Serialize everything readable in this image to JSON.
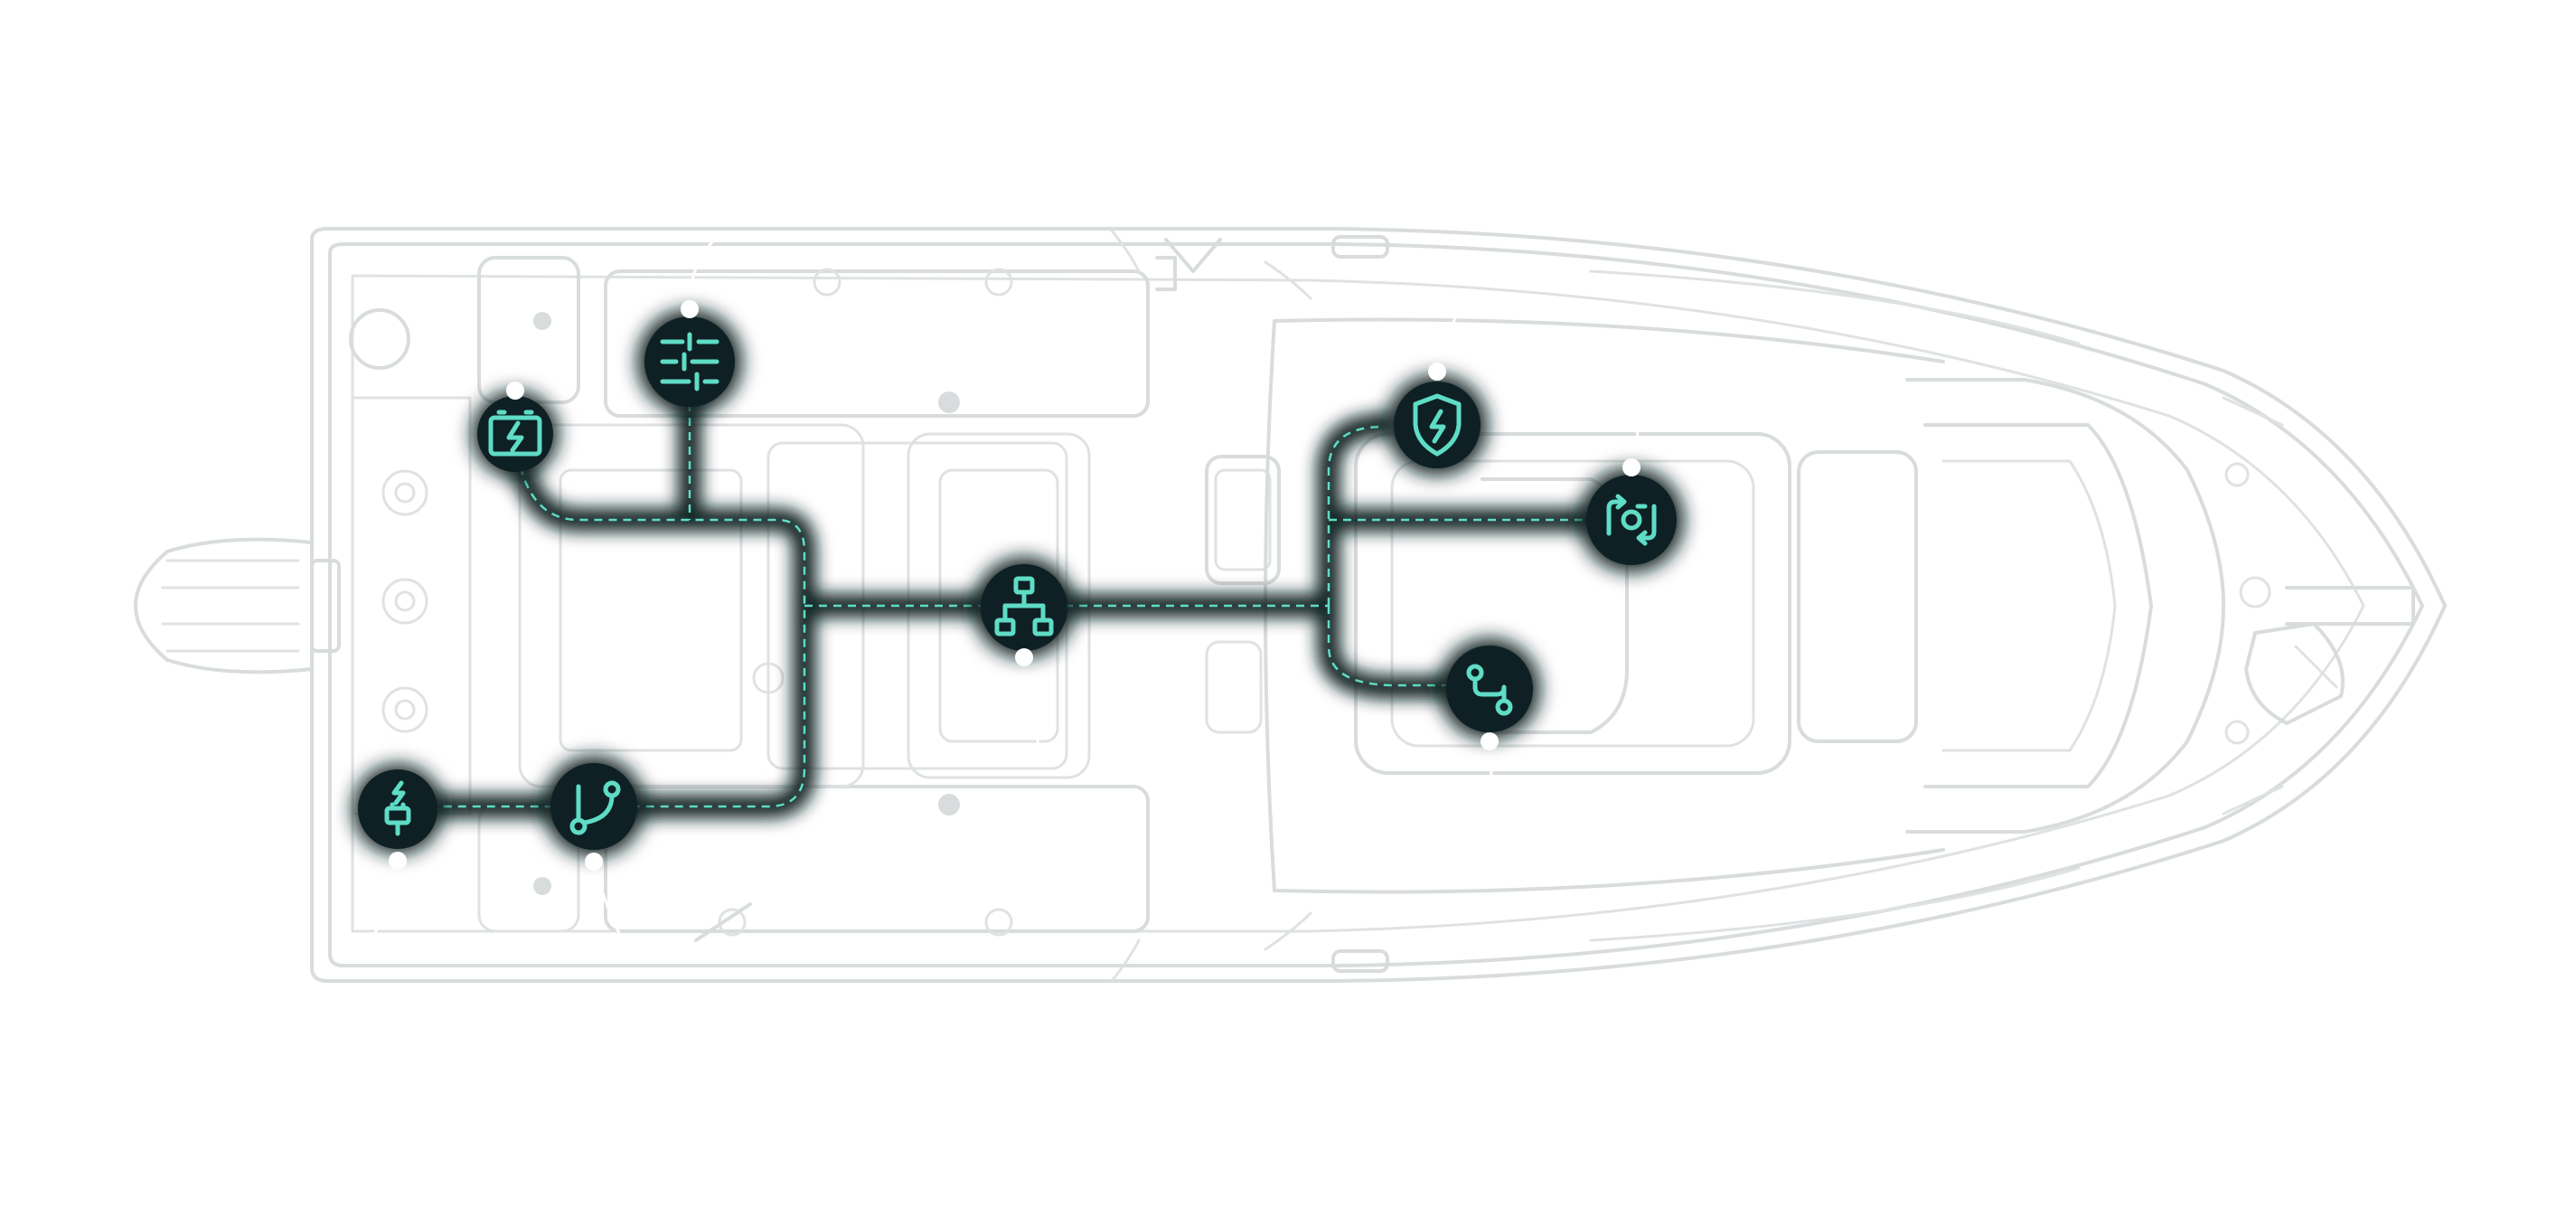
{
  "diagram": {
    "hull": {
      "outline_color": "#d9dcdd",
      "background": "#ffffff"
    },
    "network": {
      "cable_color": "#0e2023",
      "dash_color": "#5fdcc6",
      "icon_color": "#5fdcc6",
      "pin_color": "#ffffff"
    },
    "nodes": [
      {
        "id": "battery",
        "icon": "battery-charge-icon"
      },
      {
        "id": "controls",
        "icon": "sliders-icon"
      },
      {
        "id": "shore-power",
        "icon": "plug-charge-icon"
      },
      {
        "id": "branch",
        "icon": "route-branch-icon"
      },
      {
        "id": "hub",
        "icon": "network-hub-icon"
      },
      {
        "id": "protection",
        "icon": "shield-lightning-icon"
      },
      {
        "id": "camera",
        "icon": "camera-sync-icon"
      },
      {
        "id": "routing",
        "icon": "route-switch-icon"
      }
    ]
  }
}
